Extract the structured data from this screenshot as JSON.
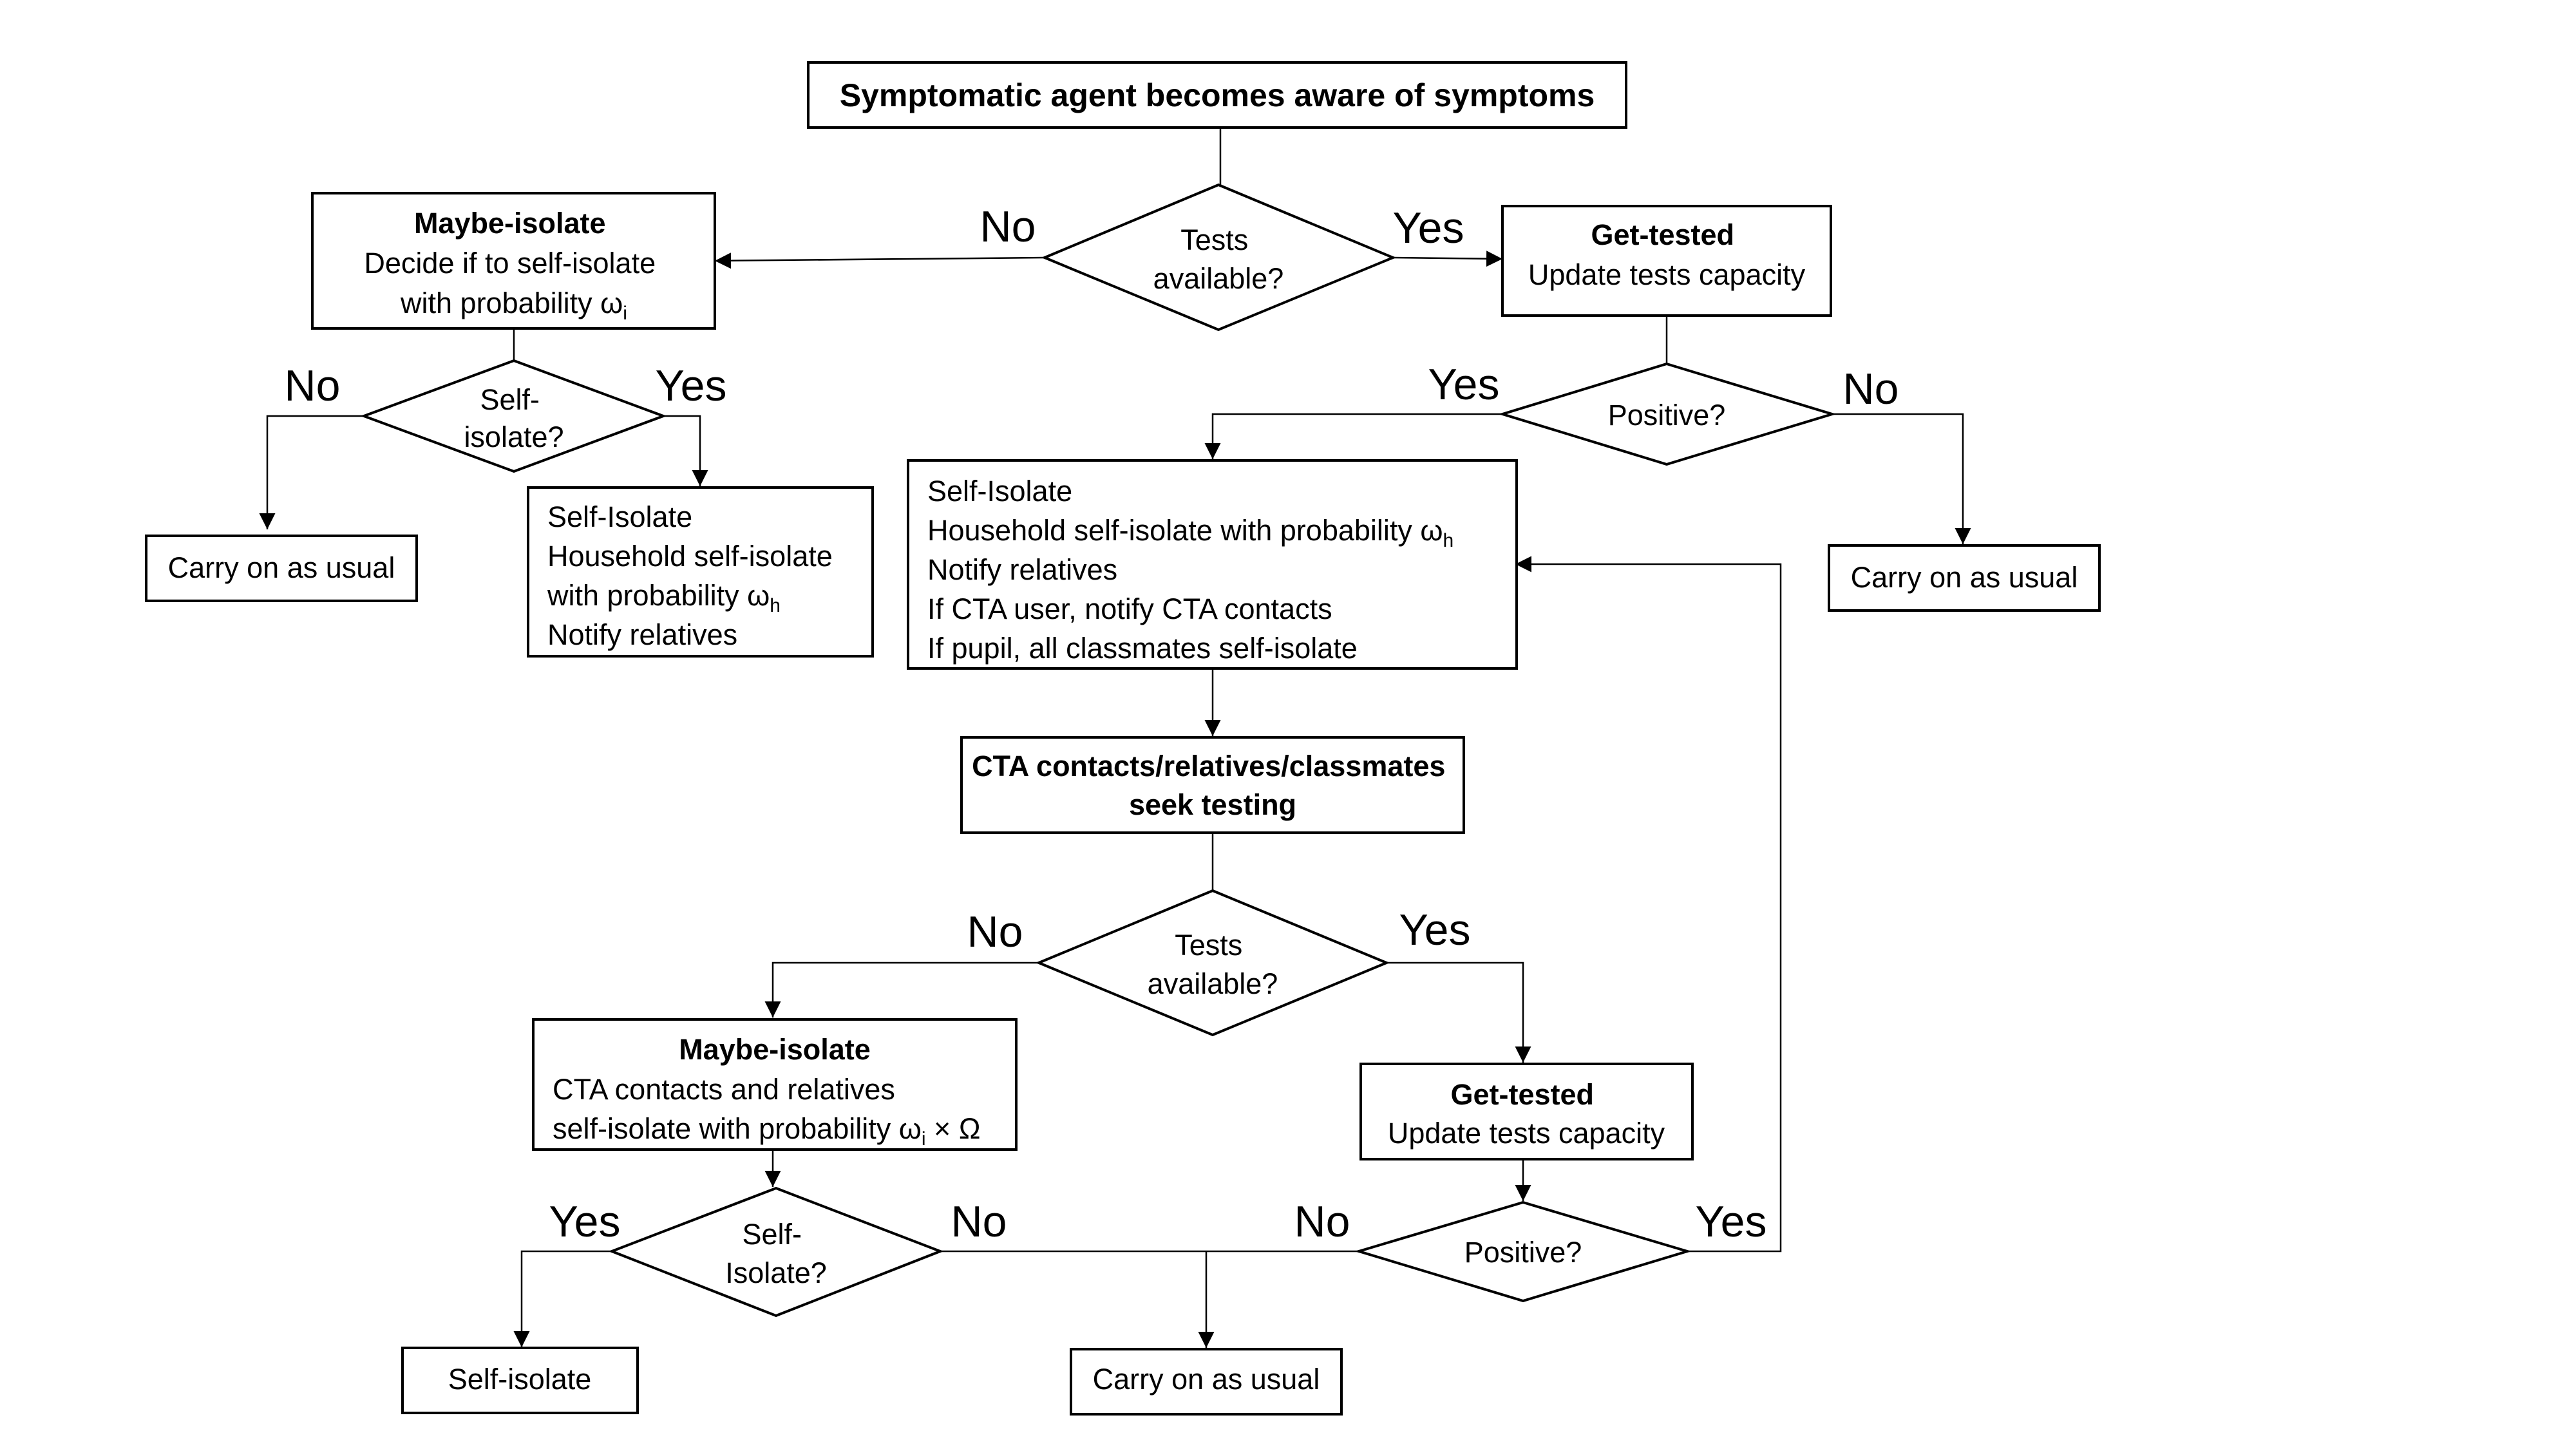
{
  "nodes": {
    "start": "Symptomatic agent becomes aware of symptoms",
    "tests1": [
      "Tests",
      "available?"
    ],
    "maybe1": {
      "title": "Maybe-isolate",
      "line1": "Decide if to self-isolate",
      "line2": "with probability ω",
      "sub": "i"
    },
    "gettested1": {
      "title": "Get-tested",
      "line1": "Update tests capacity"
    },
    "selfiso1": [
      "Self-",
      "isolate?"
    ],
    "positive1": "Positive?",
    "carry1": "Carry on as usual",
    "selfisolate_box": {
      "l1": "Self-Isolate",
      "l2": "Household self-isolate",
      "l3": "with probability ω",
      "l3_sub": "h",
      "l4": "Notify relatives"
    },
    "positive_box": {
      "l1": "Self-Isolate",
      "l2": "Household self-isolate with probability ω",
      "l2_sub": "h",
      "l3": "Notify relatives",
      "l4": "If CTA user, notify CTA contacts",
      "l5": "If pupil, all classmates self-isolate"
    },
    "carry2": "Carry on as usual",
    "cta_seek": [
      "CTA contacts/relatives/classmates",
      "seek testing"
    ],
    "tests2": [
      "Tests",
      "available?"
    ],
    "maybe2": {
      "title": "Maybe-isolate",
      "line1": "CTA contacts and relatives",
      "line2": "self-isolate with probability ω",
      "sub": "i",
      "line2_tail": " × Ω"
    },
    "gettested2": {
      "title": "Get-tested",
      "line1": "Update tests capacity"
    },
    "selfiso2": [
      "Self-",
      "Isolate?"
    ],
    "positive2": "Positive?",
    "selfisolate_end": "Self-isolate",
    "carry3": "Carry on as usual"
  },
  "edge_labels": {
    "tests1_no": "No",
    "tests1_yes": "Yes",
    "selfiso1_no": "No",
    "selfiso1_yes": "Yes",
    "pos1_yes": "Yes",
    "pos1_no": "No",
    "tests2_no": "No",
    "tests2_yes": "Yes",
    "selfiso2_yes": "Yes",
    "selfiso2_no": "No",
    "pos2_no": "No",
    "pos2_yes": "Yes"
  }
}
